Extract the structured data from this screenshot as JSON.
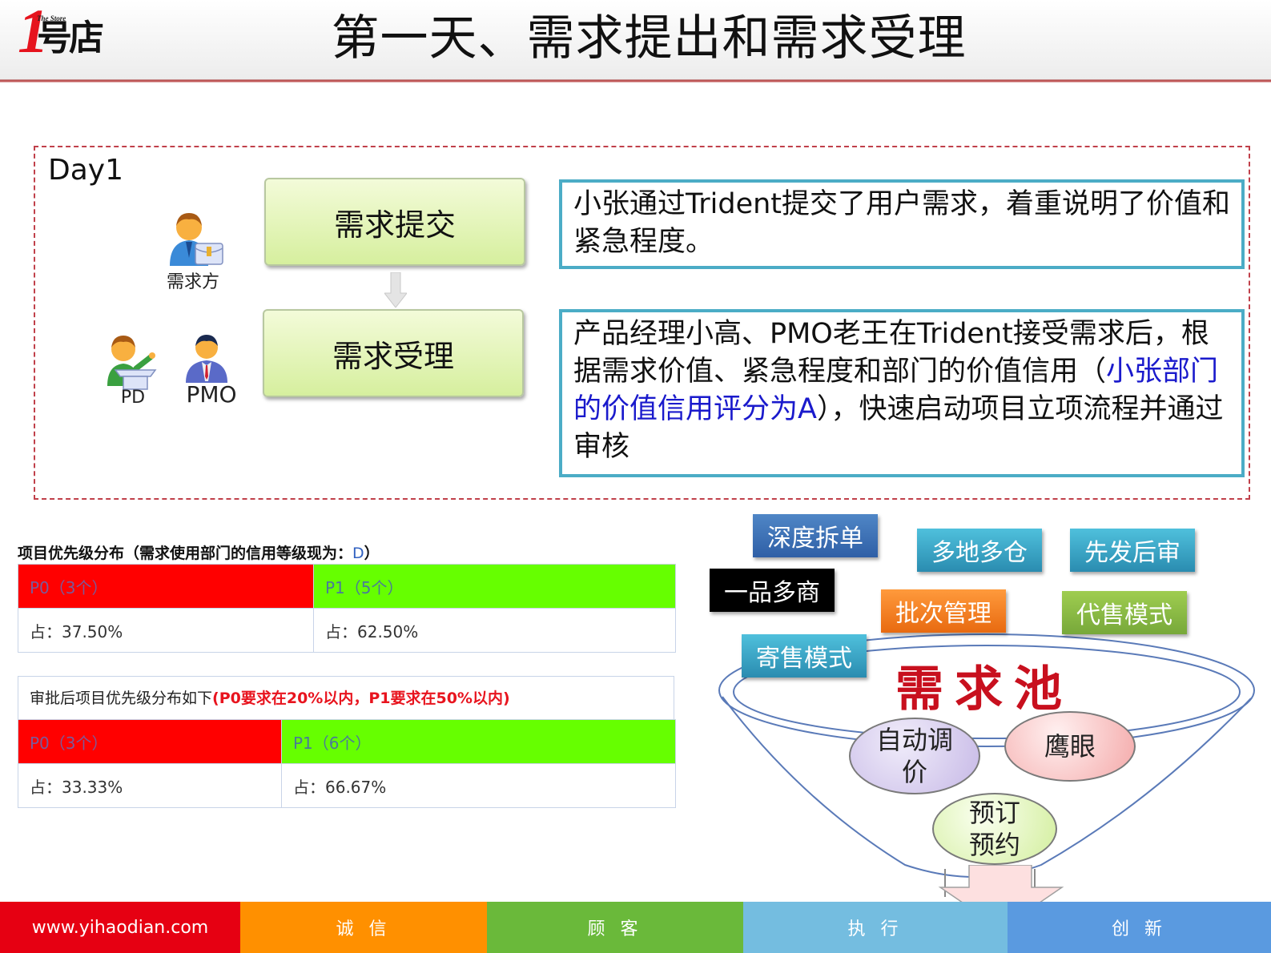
{
  "header": {
    "logo": {
      "number": "1",
      "tagline": "The Store",
      "chars": "号店"
    },
    "title": "第一天、需求提出和需求受理"
  },
  "day": {
    "label": "Day1",
    "roles": {
      "requester": "需求方",
      "pd": "PD",
      "pmo": "PMO"
    },
    "steps": [
      {
        "label": "需求提交"
      },
      {
        "label": "需求受理"
      }
    ],
    "descriptions": {
      "submit": "小张通过Trident提交了用户需求，着重说明了价值和紧急程度。",
      "accept_part1": "产品经理小高、PMO老王在Trident接受需求后，根据需求价值、紧急程度和部门的价值信用（",
      "accept_highlight": "小张部门的价值信用评分为A",
      "accept_part2": "），快速启动项目立项流程并通过审核"
    }
  },
  "tables": {
    "before": {
      "caption": "项目优先级分布（需求使用部门的信用等级现为：",
      "caption_grade": "D",
      "caption_end": "）",
      "headers": [
        "P0（3个）",
        "P1（5个）"
      ],
      "values": [
        "占：37.50%",
        "占：62.50%"
      ]
    },
    "after": {
      "caption": "审批后项目优先级分布如下",
      "caption_rule": "(P0要求在20%以内，P1要求在50%以内)",
      "headers": [
        "P0（3个）",
        "P1（6个）"
      ],
      "values": [
        "占：33.33%",
        "占：66.67%"
      ]
    }
  },
  "pool": {
    "title": "需求池",
    "tags": [
      {
        "label": "深度拆单",
        "color": "#3a6fb6"
      },
      {
        "label": "多地多仓",
        "color": "#2fa0c8"
      },
      {
        "label": "先发后审",
        "color": "#2fa0c8"
      },
      {
        "label": "一品多商",
        "color": "#000000"
      },
      {
        "label": "批次管理",
        "color": "#f07e20"
      },
      {
        "label": "代售模式",
        "color": "#86b844"
      },
      {
        "label": "寄售模式",
        "color": "#2fa0c8"
      }
    ],
    "bubbles": [
      {
        "label": "自动调价"
      },
      {
        "label": "鹰眼"
      },
      {
        "label": "预订预约"
      }
    ]
  },
  "footer": {
    "items": [
      {
        "label": "www.yihaodian.com",
        "color": "#e60012"
      },
      {
        "label": "诚 信",
        "color": "#ff9000"
      },
      {
        "label": "顾 客",
        "color": "#6ab93a"
      },
      {
        "label": "执 行",
        "color": "#74bde0"
      },
      {
        "label": "创 新",
        "color": "#5a9ae0"
      }
    ]
  }
}
